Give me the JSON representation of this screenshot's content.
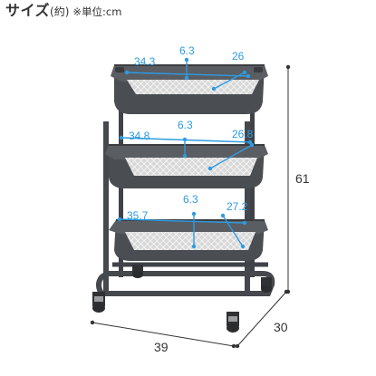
{
  "header": {
    "title": "サイズ",
    "subtitle": "(約)",
    "unit_note": "※単位:cm"
  },
  "colors": {
    "accent": "#2e9be0",
    "product": "#4a4d52",
    "text": "#333333"
  },
  "overall": {
    "height": "61",
    "width": "39",
    "depth": "30"
  },
  "shelves": [
    {
      "width": "34.3",
      "height": "6.3",
      "depth": "26"
    },
    {
      "width": "34.8",
      "height": "6.3",
      "depth": "26.8"
    },
    {
      "width": "35.7",
      "height": "6.3",
      "depth": "27.2"
    }
  ]
}
